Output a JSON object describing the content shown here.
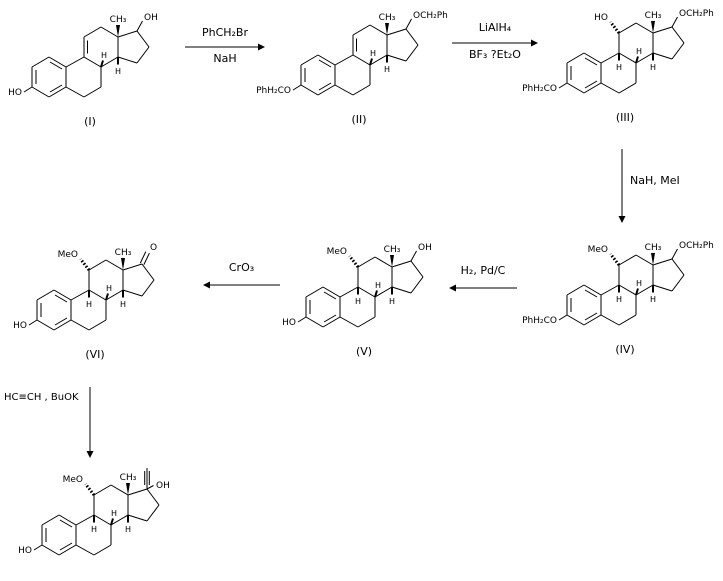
{
  "colors": {
    "ink": "#000000",
    "background": "#ffffff"
  },
  "atoms": {
    "methyl": "CH₃",
    "hydrogen": "H"
  },
  "compounds": [
    {
      "numeral": "(I)",
      "c3": "HO",
      "c17": "OH"
    },
    {
      "numeral": "(II)",
      "c3": "PhH₂CO",
      "c17": "OCH₂Ph"
    },
    {
      "numeral": "(III)",
      "c3": "PhH₂CO",
      "c11": "HO",
      "c17": "OCH₂Ph"
    },
    {
      "numeral": "(IV)",
      "c3": "PhH₂CO",
      "c11": "MeO",
      "c17": "OCH₂Ph"
    },
    {
      "numeral": "(V)",
      "c3": "HO",
      "c11": "MeO",
      "c17": "OH"
    },
    {
      "numeral": "(VI)",
      "c3": "HO",
      "c11": "MeO",
      "c17": "O"
    },
    {
      "numeral": "",
      "c3": "HO",
      "c11": "MeO",
      "c17": "OH"
    }
  ],
  "reagents": {
    "step1": {
      "above": "PhCH₂Br",
      "below": "NaH"
    },
    "step2": {
      "above": "LiAlH₄",
      "below": "BF₃ ?Et₂O"
    },
    "step3": {
      "label": "NaH, MeI"
    },
    "step4": {
      "label": "H₂, Pd/C"
    },
    "step5": {
      "label": "CrO₃"
    },
    "step6": {
      "label": "HC≡CH , BuOK"
    }
  }
}
